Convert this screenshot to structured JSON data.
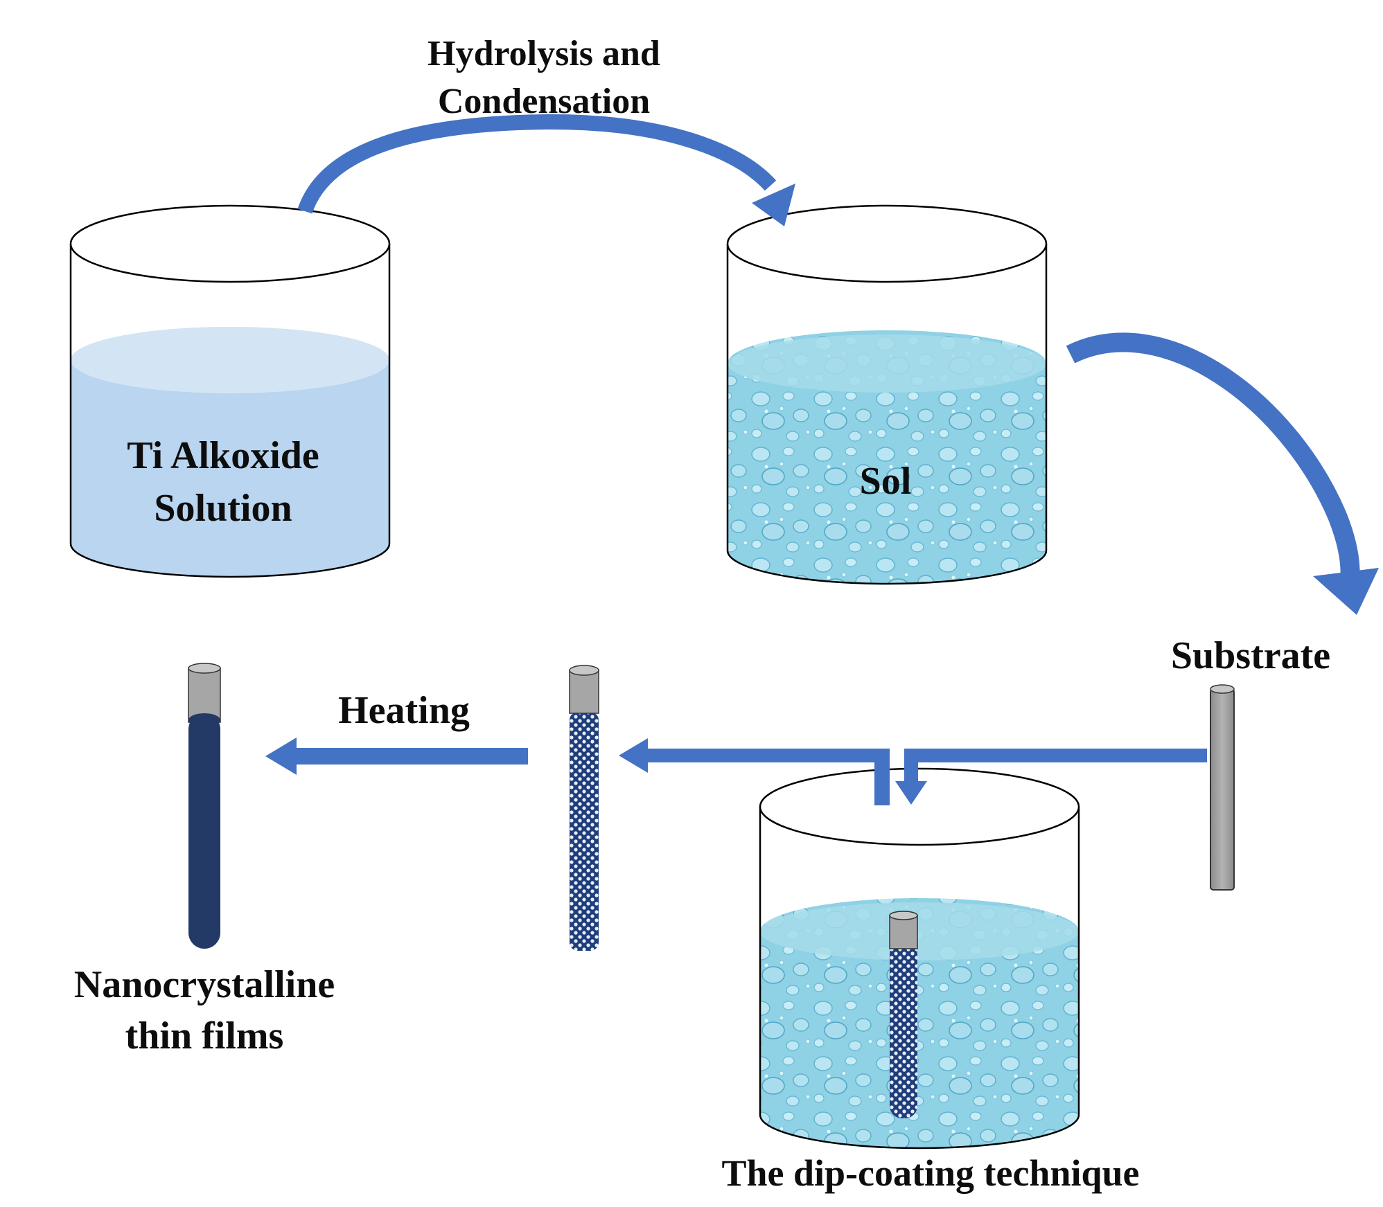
{
  "labels": {
    "process_1": "Hydrolysis and",
    "process_2": "Condensation",
    "solution_1": "Ti  Alkoxide",
    "solution_2": "Solution",
    "sol": "Sol",
    "substrate": "Substrate",
    "heating": "Heating",
    "film_1": "Nanocrystalline",
    "film_2": "thin films",
    "dip": "The dip-coating technique"
  },
  "colors": {
    "arrow": "#4472c4",
    "arrow_dark": "#2f55a3",
    "solution_liquid": "#b8d4ee",
    "sol_liquid": "#8dd0e4",
    "substrate_gray": "#a6a6a6",
    "film_dark": "#233a66",
    "coated_pattern": "#1f3d7a",
    "outline": "#000000"
  }
}
